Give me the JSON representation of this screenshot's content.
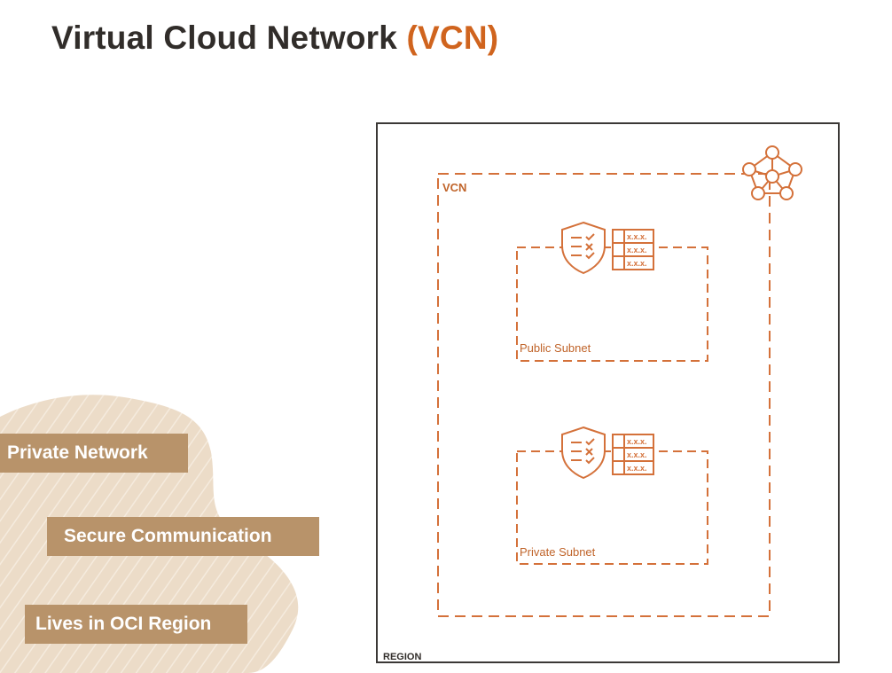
{
  "title": {
    "main": "Virtual Cloud Network",
    "accent": "(VCN)"
  },
  "features": [
    {
      "label": "Private Network"
    },
    {
      "label": "Secure Communication"
    },
    {
      "label": "Lives in OCI Region"
    }
  ],
  "diagram": {
    "region_label": "REGION",
    "vcn_label": "VCN",
    "subnets": [
      {
        "label": "Public Subnet",
        "route_entries": [
          "x.x.x.",
          "x.x.x.",
          "x.x.x."
        ]
      },
      {
        "label": "Private Subnet",
        "route_entries": [
          "x.x.x.",
          "x.x.x.",
          "x.x.x."
        ]
      }
    ],
    "icons": [
      "vcn-network-icon",
      "security-list-shield-icon",
      "route-table-icon"
    ]
  },
  "colors": {
    "accent": "#d0641e",
    "diagram_orange": "#d4713a",
    "pill_tan": "#b8936a",
    "blob_beige": "#ecdcc8",
    "title_dark": "#312d2a"
  }
}
